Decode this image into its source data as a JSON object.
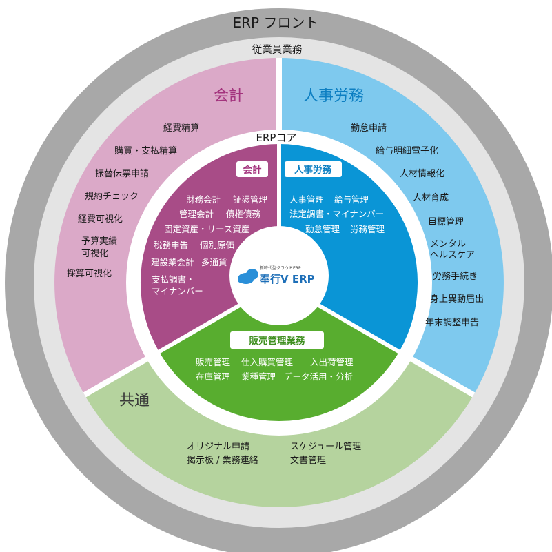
{
  "front": {
    "title": "ERP フロント",
    "employee_label": "従業員業務"
  },
  "outer": {
    "accounting": {
      "title": "会計",
      "items": [
        "経費精算",
        "購買・支払精算",
        "振替伝票申請",
        "規約チェック",
        "経費可視化",
        "予算実績",
        "可視化",
        "採算可視化"
      ]
    },
    "hr": {
      "title": "人事労務",
      "items": [
        "勤怠申請",
        "給与明細電子化",
        "人材情報化",
        "人材育成",
        "目標管理",
        "メンタル",
        "ヘルスケア",
        "労務手続き",
        "身上異動届出",
        "年末調整申告"
      ]
    },
    "common": {
      "title": "共通",
      "items": [
        "オリジナル申請",
        "掲示板 / 業務連絡",
        "スケジュール管理",
        "文書管理"
      ]
    }
  },
  "core": {
    "title": "ERPコア",
    "accounting": {
      "label": "会計",
      "items": [
        "財務会計",
        "証憑管理",
        "管理会計",
        "債権債務",
        "固定資産・リース資産",
        "税務申告",
        "個別原価",
        "建設業会計",
        "多通貨",
        "支払調書・",
        "マイナンバー"
      ]
    },
    "hr": {
      "label": "人事労務",
      "items": [
        "人事管理",
        "給与管理",
        "法定調書・マイナンバー",
        "勤怠管理",
        "労務管理"
      ]
    },
    "sales": {
      "label": "販売管理業務",
      "items": [
        "販売管理",
        "仕入購買管理",
        "入出荷管理",
        "在庫管理",
        "業種管理",
        "データ活用・分析"
      ]
    }
  },
  "logo": {
    "tagline": "新時代型クラウドERP",
    "name": "奉行V ERP"
  },
  "colors": {
    "front_ring": "#a8a8a8",
    "employee_ring": "#e4e4e4",
    "accounting_outer": "#dba9c8",
    "hr_outer": "#7ec9ee",
    "common_outer": "#b5d39e",
    "accounting_core": "#a84c87",
    "hr_core": "#0a95d6",
    "sales_core": "#58ad2f",
    "accounting_title": "#a3337d",
    "hr_title": "#0d7fc2",
    "common_title": "#3a3a3a"
  }
}
